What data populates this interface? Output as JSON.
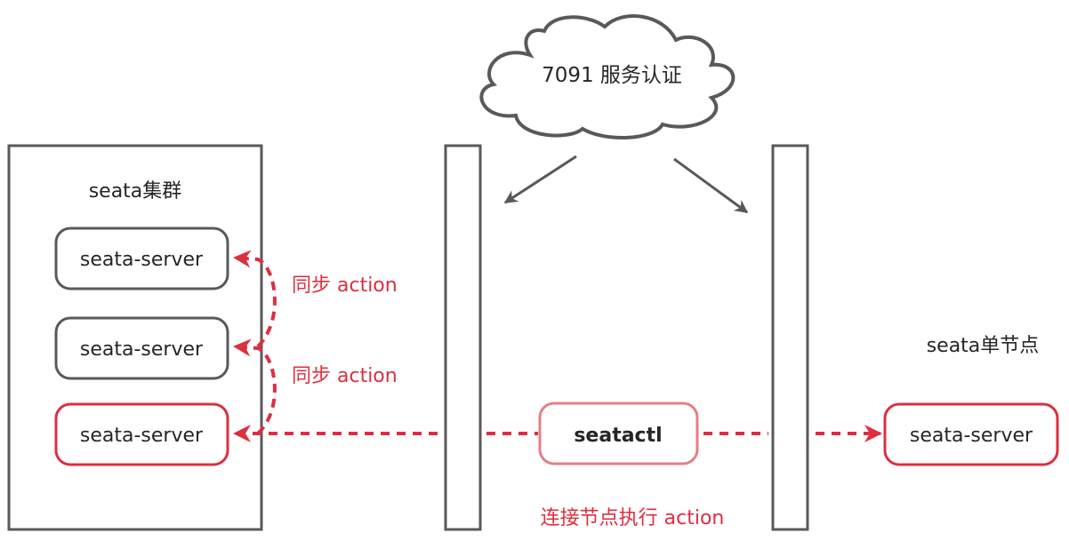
{
  "diagram": {
    "cloud": {
      "label": "7091 服务认证"
    },
    "cluster": {
      "title": "seata集群",
      "nodes": [
        {
          "label": "seata-server",
          "highlight": false
        },
        {
          "label": "seata-server",
          "highlight": false
        },
        {
          "label": "seata-server",
          "highlight": true
        }
      ],
      "sync_labels": [
        "同步 action",
        "同步 action"
      ]
    },
    "gateway": {
      "label": "seatactl"
    },
    "connect_label": "连接节点执行 action",
    "single": {
      "title": "seata单节点",
      "node": {
        "label": "seata-server"
      }
    },
    "colors": {
      "stroke_dark": "#595959",
      "accent_red": "#dc2f40",
      "light_red": "#e57f86",
      "text_dark": "#262626"
    }
  }
}
